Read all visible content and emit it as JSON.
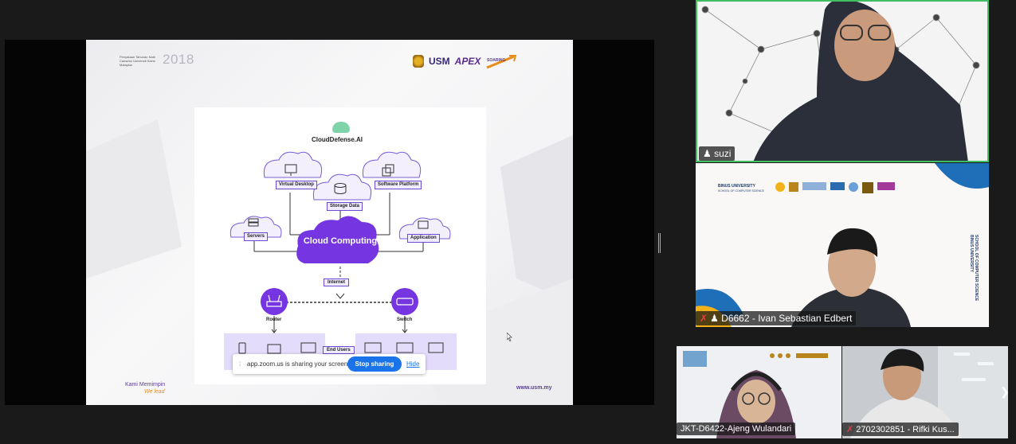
{
  "slide": {
    "header_left": "Penyataan Tahunan Naib Canselor Universiti Sains Malaysia",
    "year": "2018",
    "logo_usm": "USM",
    "logo_apex": "APEX",
    "diagram_brand": "CloudDefense.AI",
    "nodes": {
      "virtual_desktop": "Virtual Desktop",
      "storage_data": "Storage Data",
      "software_platform": "Software Platform",
      "servers": "Servers",
      "application": "Application",
      "core": "Cloud Computing",
      "internet": "Internet",
      "router": "Router",
      "switch": "Switch",
      "endpoints": "End Users"
    },
    "footer_left_1": "Kami Memimpin",
    "footer_left_2": "We lead",
    "footer_right": "www.usm.my"
  },
  "share_bar": {
    "text": "app.zoom.us is sharing your screen.",
    "stop_label": "Stop sharing",
    "hide_label": "Hide"
  },
  "participants": {
    "suzi": "suzi",
    "ivan": "D6662 - Ivan Sebastian Edbert",
    "ajeng": "JKT-D6422-Ajeng Wulandari",
    "rifki": "2702302851 - Rifki Kus..."
  },
  "ivan_bg": {
    "brand": "BINUS UNIVERSITY",
    "sub": "SCHOOL OF COMPUTER SCIENCE",
    "side": "SCHOOL OF COMPUTER SCIENCE BINUS UNIVERSITY"
  },
  "colors": {
    "accent_purple": "#7535e0",
    "zoom_blue": "#1a73e8",
    "active_speaker_border": "#3fbf5f"
  }
}
